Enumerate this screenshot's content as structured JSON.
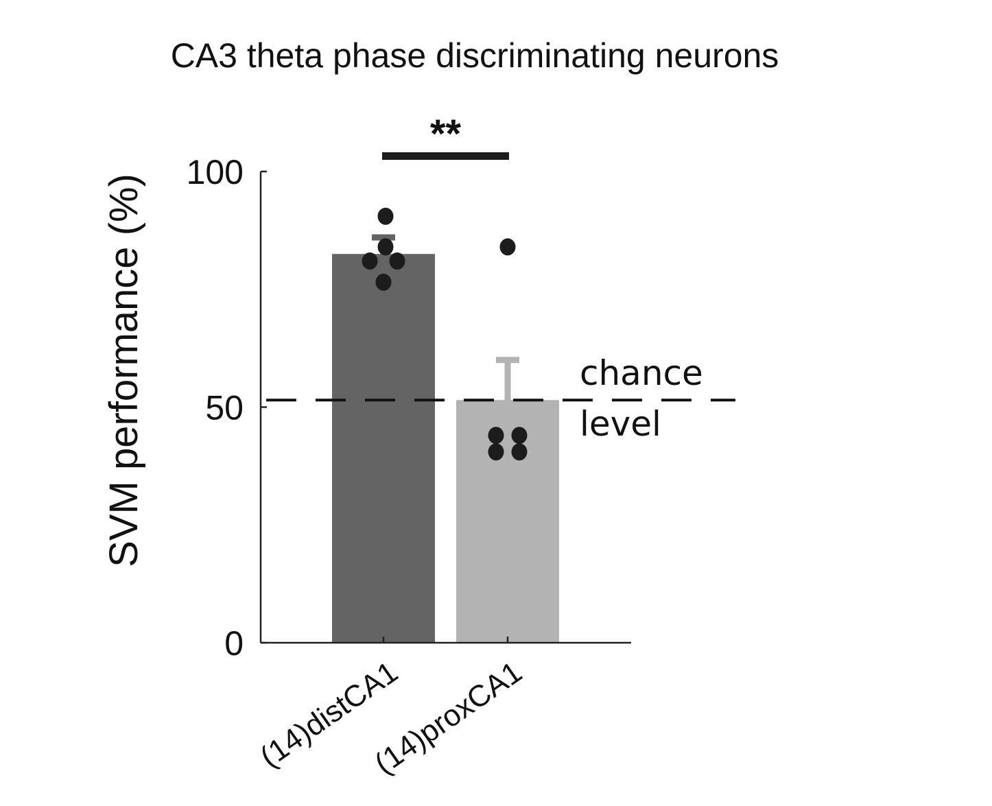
{
  "chart_data": {
    "type": "bar",
    "title": "CA3 theta phase discriminating neurons",
    "ylabel": "SVM performance (%)",
    "xlabel": "",
    "ylim": [
      0,
      100
    ],
    "yticks": [
      0,
      50,
      100
    ],
    "categories": [
      "(14)distCA1",
      "(14)proxCA1"
    ],
    "values": [
      82.5,
      51.5
    ],
    "error_upper": [
      3.5,
      8.5
    ],
    "bar_colors": [
      "#646464",
      "#b3b3b3"
    ],
    "points": [
      [
        90.5,
        84,
        81,
        81,
        76.5
      ],
      [
        84,
        44,
        44,
        40.5,
        40.5
      ]
    ],
    "reference_line": {
      "value": 51.5,
      "style": "dashed",
      "label_line1": "chance",
      "label_line2": "level"
    },
    "significance": {
      "label": "**",
      "between": [
        "(14)distCA1",
        "(14)proxCA1"
      ]
    },
    "grid": false,
    "legend": "none"
  }
}
